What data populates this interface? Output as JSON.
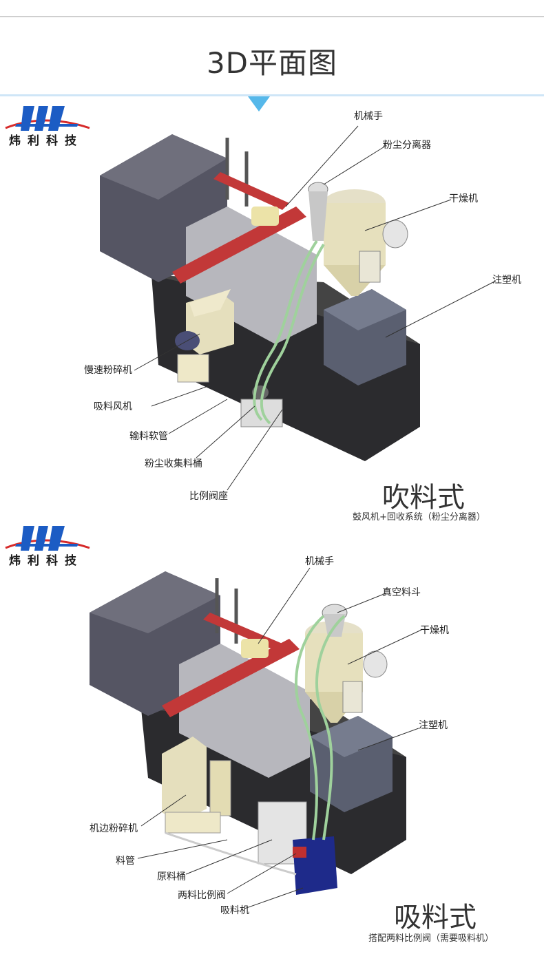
{
  "page_title": "3D平面图",
  "logo": {
    "name": "炜利科技"
  },
  "section1": {
    "labels": {
      "robot": "机械手",
      "dust_separator": "粉尘分离器",
      "dryer": "干燥机",
      "injection": "注塑机",
      "slow_crusher": "慢速粉碎机",
      "suction_fan": "吸料风机",
      "soft_tube": "输料软管",
      "dust_bin": "粉尘收集料桶",
      "ratio_valve_seat": "比例阀座"
    },
    "caption": "吹料式",
    "subcaption": "鼓风机+回收系统（粉尘分离器）"
  },
  "section2": {
    "labels": {
      "robot": "机械手",
      "vacuum_hopper": "真空料斗",
      "dryer": "干燥机",
      "injection": "注塑机",
      "side_crusher": "机边粉碎机",
      "pipe": "料管",
      "raw_bin": "原料桶",
      "two_ratio_valve": "两料比例阀",
      "loader": "吸料机"
    },
    "caption": "吸料式",
    "subcaption": "搭配两料比例阀（需要吸料机）"
  }
}
